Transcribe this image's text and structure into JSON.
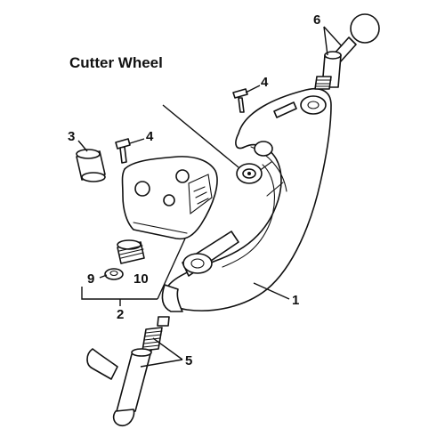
{
  "diagram": {
    "title": "Cutter Wheel",
    "callouts": {
      "body": "1",
      "slide_assembly": "2",
      "roller": "3",
      "screw_upper": "4",
      "screw_slide": "4",
      "handle_parts": "5",
      "top_parts": "6",
      "retainer": "9",
      "nut": "10"
    }
  }
}
